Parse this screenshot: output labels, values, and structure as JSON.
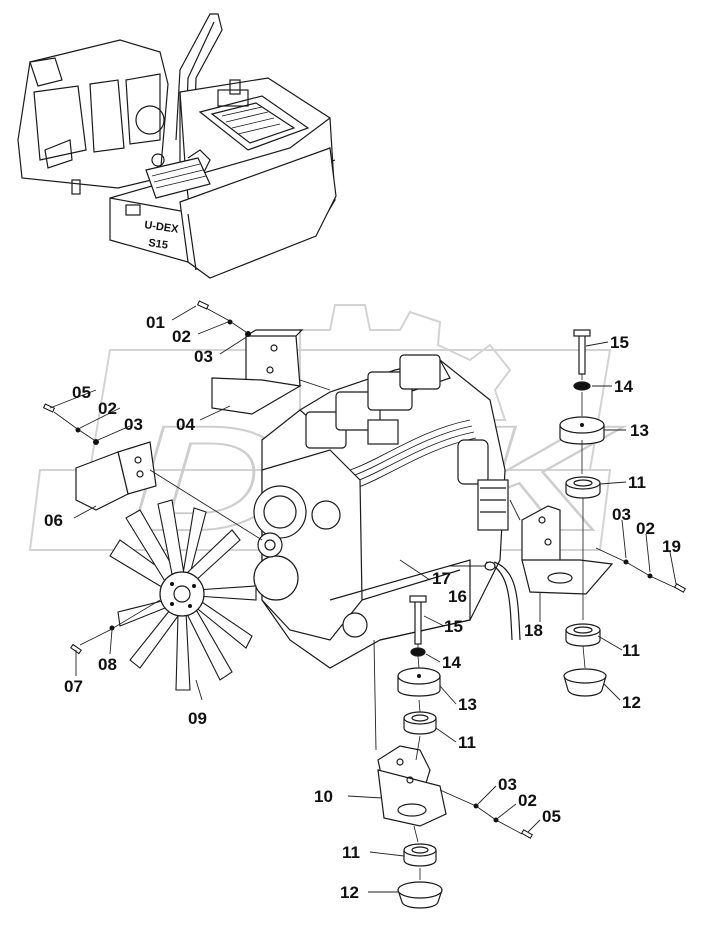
{
  "figure": {
    "watermark_text": "DHK",
    "excavator_badge_brand": "U-DEX",
    "excavator_badge_model": "S15"
  },
  "callouts": [
    {
      "id": "c01",
      "text": "01"
    },
    {
      "id": "c02a",
      "text": "02"
    },
    {
      "id": "c03a",
      "text": "03"
    },
    {
      "id": "c04",
      "text": "04"
    },
    {
      "id": "c05a",
      "text": "05"
    },
    {
      "id": "c02b",
      "text": "02"
    },
    {
      "id": "c03b",
      "text": "03"
    },
    {
      "id": "c06",
      "text": "06"
    },
    {
      "id": "c07",
      "text": "07"
    },
    {
      "id": "c08",
      "text": "08"
    },
    {
      "id": "c09",
      "text": "09"
    },
    {
      "id": "c10",
      "text": "10"
    },
    {
      "id": "c11a",
      "text": "11"
    },
    {
      "id": "c11b",
      "text": "11"
    },
    {
      "id": "c11c",
      "text": "11"
    },
    {
      "id": "c11d",
      "text": "11"
    },
    {
      "id": "c12a",
      "text": "12"
    },
    {
      "id": "c12b",
      "text": "12"
    },
    {
      "id": "c13a",
      "text": "13"
    },
    {
      "id": "c13b",
      "text": "13"
    },
    {
      "id": "c14a",
      "text": "14"
    },
    {
      "id": "c14b",
      "text": "14"
    },
    {
      "id": "c15a",
      "text": "15"
    },
    {
      "id": "c15b",
      "text": "15"
    },
    {
      "id": "c16",
      "text": "16"
    },
    {
      "id": "c17",
      "text": "17"
    },
    {
      "id": "c18",
      "text": "18"
    },
    {
      "id": "c03c",
      "text": "03"
    },
    {
      "id": "c02c",
      "text": "02"
    },
    {
      "id": "c19",
      "text": "19"
    },
    {
      "id": "c03d",
      "text": "03"
    },
    {
      "id": "c02d",
      "text": "02"
    },
    {
      "id": "c05b",
      "text": "05"
    }
  ]
}
